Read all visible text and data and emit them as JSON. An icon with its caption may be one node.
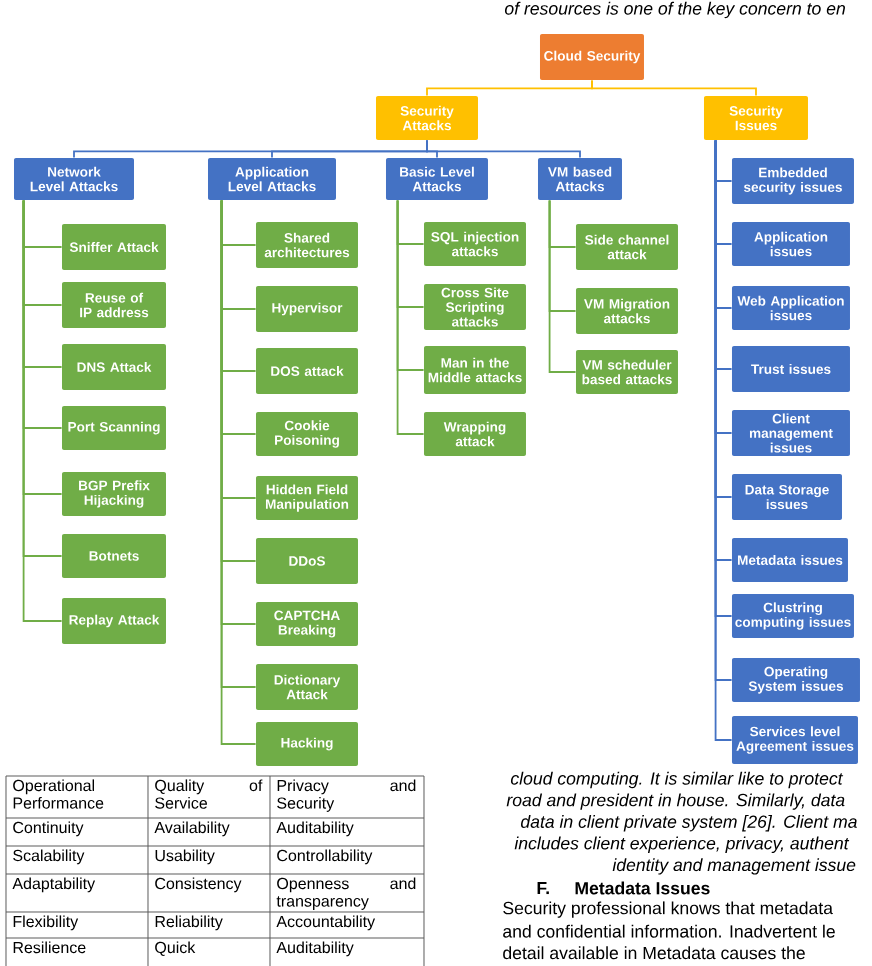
{
  "diagram": {
    "nodes": [
      {
        "text": [
          "Cloud Security"
        ]
      },
      {
        "text": [
          "Security Attacks"
        ]
      },
      {
        "text": [
          "Security Issues"
        ]
      },
      {
        "text": [
          "Network Level Attacks"
        ]
      },
      {
        "text": [
          "Application Level Attacks"
        ]
      },
      {
        "text": [
          "Basic Level Attacks"
        ]
      },
      {
        "text": [
          "VM based Attacks"
        ]
      },
      {
        "text": [
          "Sniffer Attack"
        ]
      },
      {
        "text": [
          "Reuse of IP address"
        ]
      },
      {
        "text": [
          "DNS Attack"
        ]
      },
      {
        "text": [
          "Port Scanning"
        ]
      },
      {
        "text": [
          "BGP Prefix Hijacking"
        ]
      },
      {
        "text": [
          "Botnets"
        ]
      },
      {
        "text": [
          "Replay Attack"
        ]
      },
      {
        "text": [
          "Shared architectures"
        ]
      },
      {
        "text": [
          "Hypervisor"
        ]
      },
      {
        "text": [
          "DOS attack"
        ]
      },
      {
        "text": [
          "Cookie Poisoning"
        ]
      },
      {
        "text": [
          "Hidden Field Manipulation"
        ]
      },
      {
        "text": [
          "DDoS"
        ]
      },
      {
        "text": [
          "CAPTCHA Breaking"
        ]
      },
      {
        "text": [
          "Dictionary Attack"
        ]
      },
      {
        "text": [
          "Hacking"
        ]
      },
      {
        "text": [
          "SQL injection attacks"
        ]
      },
      {
        "text": [
          "Cross Site Scripting attacks"
        ]
      },
      {
        "text": [
          "Man in the Middle attacks"
        ]
      },
      {
        "text": [
          "Wrapping attack"
        ]
      },
      {
        "text": [
          "Side channel attack"
        ]
      },
      {
        "text": [
          "VM Migration attacks"
        ]
      },
      {
        "text": [
          "VM scheduler based attacks"
        ]
      },
      {
        "text": [
          "Embedded security issues"
        ]
      },
      {
        "text": [
          "Application issues"
        ]
      },
      {
        "text": [
          "Web Application issues"
        ]
      },
      {
        "text": [
          "Trust issues"
        ]
      },
      {
        "text": [
          "Client management issues"
        ]
      },
      {
        "text": [
          "Data Storage issues"
        ]
      },
      {
        "text": [
          "Metadata issues"
        ]
      },
      {
        "text": [
          "Clustring computing issues"
        ]
      },
      {
        "text": [
          "Operating System issues"
        ]
      },
      {
        "text": [
          "Services level Agreement issues"
        ]
      }
    ],
    "edges": [
      {
        "from": 0,
        "to": 1,
        "arrow": "none",
        "color": "#ffc000"
      },
      {
        "from": 0,
        "to": 2,
        "arrow": "none",
        "color": "#ffc000"
      },
      {
        "from": 1,
        "to": 3,
        "arrow": "none",
        "color": "#4472c4"
      },
      {
        "from": 1,
        "to": 4,
        "arrow": "none",
        "color": "#4472c4"
      },
      {
        "from": 1,
        "to": 5,
        "arrow": "none",
        "color": "#4472c4"
      },
      {
        "from": 1,
        "to": 6,
        "arrow": "none",
        "color": "#4472c4"
      },
      {
        "from": 3,
        "to": 7,
        "arrow": "none"
      },
      {
        "from": 3,
        "to": 8,
        "arrow": "none"
      },
      {
        "from": 3,
        "to": 9,
        "arrow": "none"
      },
      {
        "from": 3,
        "to": 10,
        "arrow": "none"
      },
      {
        "from": 3,
        "to": 11,
        "arrow": "none"
      },
      {
        "from": 3,
        "to": 12,
        "arrow": "none"
      },
      {
        "from": 3,
        "to": 13,
        "arrow": "none"
      },
      {
        "from": 4,
        "to": 14,
        "arrow": "none"
      },
      {
        "from": 4,
        "to": 15,
        "arrow": "none"
      },
      {
        "from": 4,
        "to": 16,
        "arrow": "none"
      },
      {
        "from": 4,
        "to": 17,
        "arrow": "none"
      },
      {
        "from": 4,
        "to": 18,
        "arrow": "none"
      },
      {
        "from": 4,
        "to": 19,
        "arrow": "none"
      },
      {
        "from": 4,
        "to": 20,
        "arrow": "none"
      },
      {
        "from": 4,
        "to": 21,
        "arrow": "none"
      },
      {
        "from": 4,
        "to": 22,
        "arrow": "none"
      },
      {
        "from": 5,
        "to": 23,
        "arrow": "none"
      },
      {
        "from": 5,
        "to": 24,
        "arrow": "none"
      },
      {
        "from": 5,
        "to": 25,
        "arrow": "none"
      },
      {
        "from": 5,
        "to": 26,
        "arrow": "none"
      },
      {
        "from": 6,
        "to": 27,
        "arrow": "none"
      },
      {
        "from": 6,
        "to": 28,
        "arrow": "none"
      },
      {
        "from": 6,
        "to": 29,
        "arrow": "none"
      },
      {
        "from": 2,
        "to": 30,
        "arrow": "none",
        "color": "#4472c4"
      },
      {
        "from": 2,
        "to": 31,
        "arrow": "none",
        "color": "#4472c4"
      },
      {
        "from": 2,
        "to": 32,
        "arrow": "none",
        "color": "#4472c4"
      },
      {
        "from": 2,
        "to": 33,
        "arrow": "none",
        "color": "#4472c4"
      },
      {
        "from": 2,
        "to": 34,
        "arrow": "none",
        "color": "#4472c4"
      },
      {
        "from": 2,
        "to": 35,
        "arrow": "none",
        "color": "#4472c4"
      },
      {
        "from": 2,
        "to": 36,
        "arrow": "none",
        "color": "#4472c4"
      },
      {
        "from": 2,
        "to": 37,
        "arrow": "none",
        "color": "#4472c4"
      },
      {
        "from": 2,
        "to": 38,
        "arrow": "none",
        "color": "#4472c4"
      },
      {
        "from": 2,
        "to": 39,
        "arrow": "none",
        "color": "#4472c4"
      }
    ],
    "labels": [
      "of resources is one of the key concern to en",
      "Operational Performance",
      "Quality of Service",
      "Privacy and Security",
      "Continuity",
      "Availability",
      "Auditability",
      "Scalability",
      "Usability",
      "Controllability",
      "Adaptability",
      "Consistency",
      "Openness and transparency",
      "Flexibility",
      "Reliability",
      "Accountability",
      "Resilience",
      "Quick",
      "Auditability",
      "cloud computing. It is similar like to protect",
      "road and president in house. Similarly, data",
      "data in client private system [26]. Client ma",
      "includes client experience, privacy, authent",
      "identity and management issue",
      "F.",
      "Metadata Issues",
      "Security professional knows that metadata",
      "and confidential information. Inadvertent le",
      "detail available in Metadata causes the"
    ]
  }
}
